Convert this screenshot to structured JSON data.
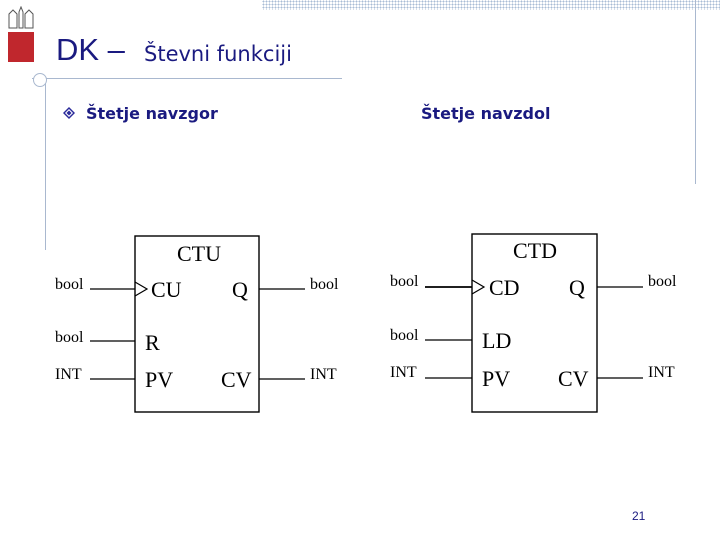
{
  "slide": {
    "title": "DK –",
    "subtitle": "Števni funkciji",
    "page_number": "21"
  },
  "sections": {
    "left_heading": "Štetje navzgor",
    "right_heading": "Štetje navzdol"
  },
  "ctu_block": {
    "name": "CTU",
    "inputs": [
      {
        "pin": "CU",
        "type": "bool",
        "edge": true
      },
      {
        "pin": "R",
        "type": "bool"
      },
      {
        "pin": "PV",
        "type": "INT"
      }
    ],
    "outputs": [
      {
        "pin": "Q",
        "type": "bool"
      },
      {
        "pin": "CV",
        "type": "INT"
      }
    ]
  },
  "ctd_block": {
    "name": "CTD",
    "inputs": [
      {
        "pin": "CD",
        "type": "bool",
        "edge": true
      },
      {
        "pin": "LD",
        "type": "bool"
      },
      {
        "pin": "PV",
        "type": "INT"
      }
    ],
    "outputs": [
      {
        "pin": "Q",
        "type": "bool"
      },
      {
        "pin": "CV",
        "type": "INT"
      }
    ]
  },
  "colors": {
    "title": "#1a1a80",
    "accent_lines": "#a9b8cf",
    "logo": "#c0272d"
  },
  "icons": {
    "bullet": "diamond-bullet-icon",
    "logo": "university-logo-icon"
  }
}
